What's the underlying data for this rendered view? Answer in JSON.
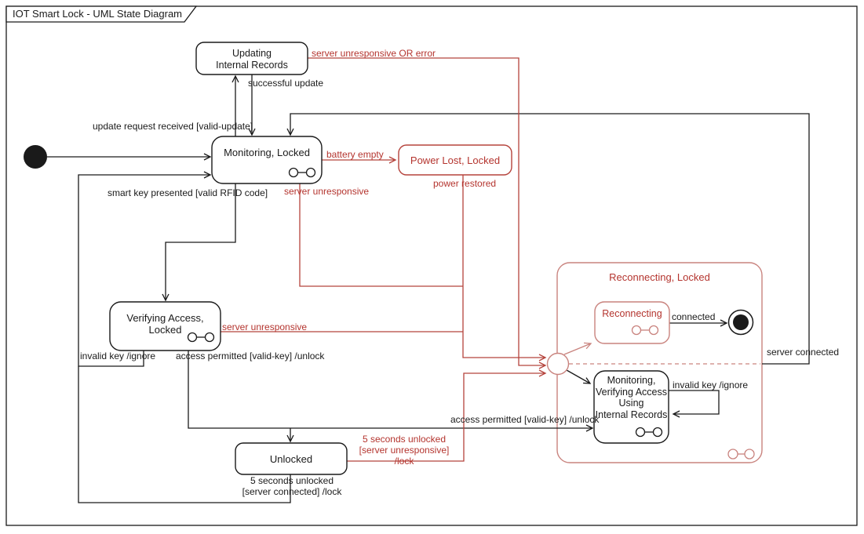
{
  "diagram": {
    "title": "IOT Smart Lock - UML State Diagram",
    "colors": {
      "black": "#1a1a1a",
      "red": "#b4342e",
      "pale_red": "#c9837e"
    },
    "icons": {
      "initial_state": "filled-circle",
      "final_state": "bullseye-circle",
      "junction": "open-circle",
      "submachine": "circle-bar-circle"
    },
    "states": {
      "updating": {
        "lines": [
          "Updating",
          "Internal Records"
        ]
      },
      "monitoring": {
        "label": "Monitoring, Locked"
      },
      "power_lost": {
        "label": "Power Lost, Locked"
      },
      "verifying": {
        "label": "Verifying Access, Locked"
      },
      "unlocked": {
        "label": "Unlocked"
      },
      "composite": {
        "label": "Reconnecting, Locked"
      },
      "reconnecting": {
        "label": "Reconnecting"
      },
      "inner_monitoring": {
        "lines": [
          "Monitoring,",
          "Verifying Access",
          "Using",
          "Internal Records"
        ]
      }
    },
    "transitions": {
      "update_request": "update request received [valid-update]",
      "successful_update": "successful update",
      "server_unresponsive_or_error": "server unresponsive OR error",
      "battery_empty": "battery empty",
      "power_restored": "power restored",
      "server_unresponsive_monitoring": "server unresponsive",
      "smart_key": "smart key presented [valid RFID code]",
      "server_connected": "server connected",
      "server_unresponsive_verifying": "server unresponsive",
      "invalid_key": "invalid key /ignore",
      "access_permitted_left": "access permitted [valid-key] /unlock",
      "access_permitted_right": "access permitted [valid-key] /unlock",
      "five_sec_unresponsive": [
        "5 seconds unlocked",
        "[server unresponsive] /lock"
      ],
      "five_sec_connected": [
        "5 seconds unlocked",
        "[server connected] /lock"
      ],
      "connected": "connected",
      "invalid_key_inner": "invalid key /ignore"
    }
  }
}
